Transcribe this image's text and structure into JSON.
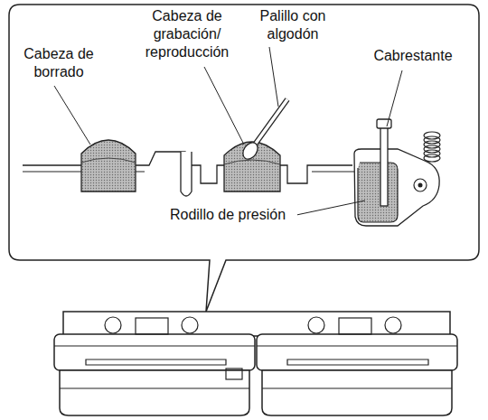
{
  "diagram": {
    "labels": [
      "Cabeza de grabación/ reproducción",
      "Palillo con algodón",
      "Cabeza de borrado",
      "Cabrestante",
      "Rodillo de presión"
    ]
  }
}
